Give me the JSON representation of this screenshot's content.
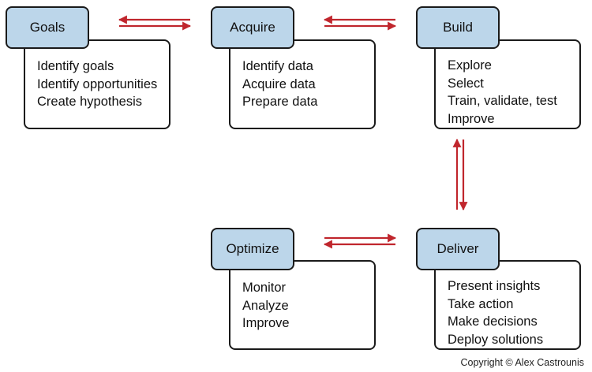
{
  "stages": [
    {
      "id": "goals",
      "title": "Goals",
      "items": [
        "Identify goals",
        "Identify opportunities",
        "Create hypothesis"
      ]
    },
    {
      "id": "acquire",
      "title": "Acquire",
      "items": [
        "Identify data",
        "Acquire data",
        "Prepare data"
      ]
    },
    {
      "id": "build",
      "title": "Build",
      "items": [
        "Explore",
        "Select",
        "Train, validate, test",
        "Improve"
      ]
    },
    {
      "id": "optimize",
      "title": "Optimize",
      "items": [
        "Monitor",
        "Analyze",
        "Improve"
      ]
    },
    {
      "id": "deliver",
      "title": "Deliver",
      "items": [
        "Present insights",
        "Take action",
        "Make decisions",
        "Deploy solutions"
      ]
    }
  ],
  "connections": [
    {
      "from": "goals",
      "to": "acquire",
      "direction": "bidirectional"
    },
    {
      "from": "acquire",
      "to": "build",
      "direction": "bidirectional"
    },
    {
      "from": "build",
      "to": "deliver",
      "direction": "bidirectional"
    },
    {
      "from": "optimize",
      "to": "deliver",
      "direction": "bidirectional"
    }
  ],
  "colors": {
    "header_fill": "#bcd6ea",
    "border": "#1a1a1a",
    "arrow": "#c0262d"
  },
  "copyright": "Copyright © Alex Castrounis"
}
